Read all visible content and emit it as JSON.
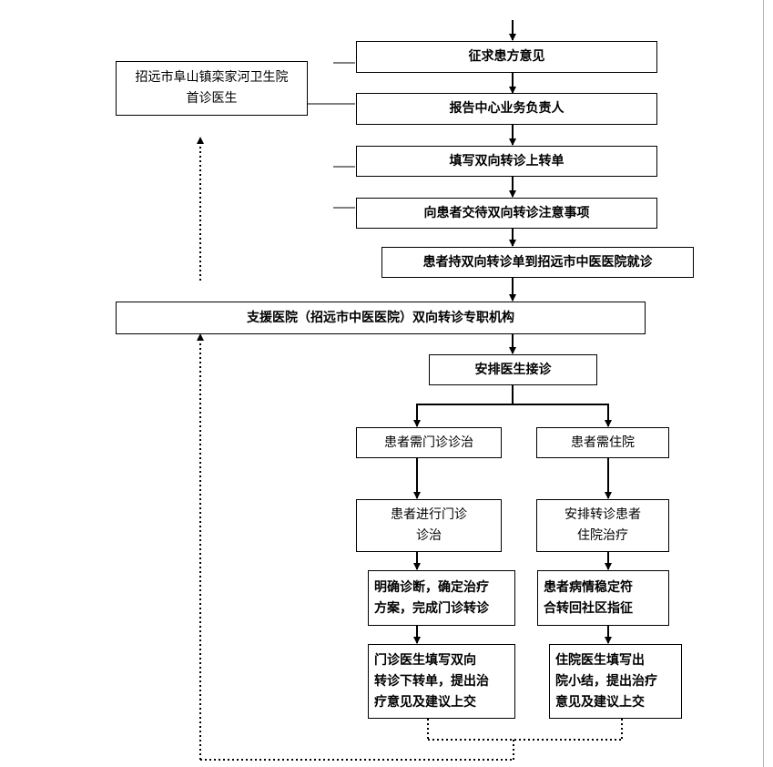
{
  "flowchart": {
    "steps": {
      "seek_opinion": "征求患方意见",
      "report_center": "报告中心业务负责人",
      "fill_up_form": "填写双向转诊上转单",
      "explain_notes": "向患者交待双向转诊注意事项",
      "patient_goes": "患者持双向转诊单到招远市中医医院就诊",
      "arrange_doctor": "安排医生接诊",
      "need_outpatient": "患者需门诊诊治",
      "need_inpatient": "患者需住院",
      "outpatient_treat": "患者进行门诊\n诊治",
      "arrange_inpatient": "安排转诊患者\n住院治疗",
      "clear_diagnosis": "明确诊断，确定治疗\n方案，完成门诊转诊",
      "stable_condition": "患者病情稳定符\n合转回社区指征",
      "outpatient_doctor_fill": "门诊医生填写双向\n转诊下转单，提出治\n疗意见及建议上交",
      "inpatient_doctor_fill": "住院医生填写出\n院小结，提出治疗\n意见及建议上交"
    },
    "first_doctor": "招远市阜山镇栾家河卫生院\n首诊医生",
    "support_hospital": "支援医院（招远市中医医院）双向转诊专职机构"
  }
}
